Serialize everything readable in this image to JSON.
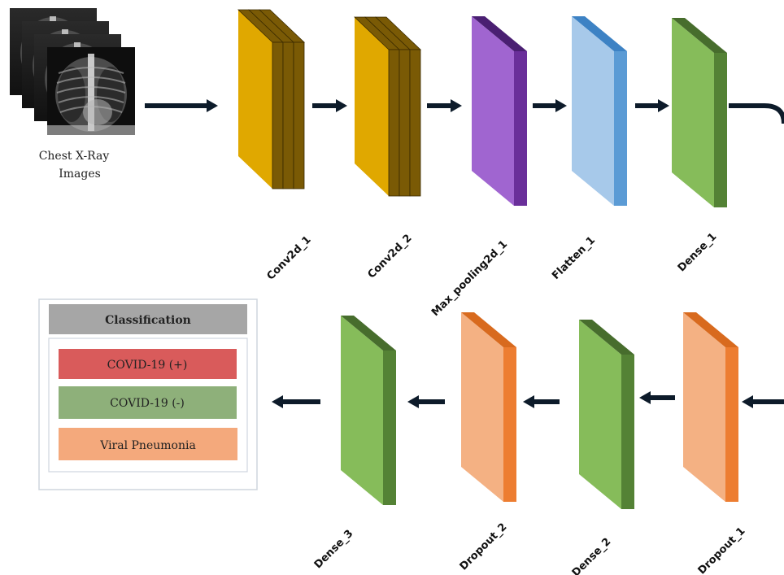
{
  "input": {
    "caption_line1": "Chest X-Ray",
    "caption_line2": "Images"
  },
  "layers": [
    {
      "id": "conv2d-1",
      "label": "Conv2d_1",
      "face": "#e0a800",
      "side": "#7a5a05",
      "top": "#7a5a05"
    },
    {
      "id": "conv2d-2",
      "label": "Conv2d_2",
      "face": "#e0a800",
      "side": "#7a5a05",
      "top": "#7a5a05"
    },
    {
      "id": "max-pooling2d-1",
      "label": "Max_pooling2d_1",
      "face": "#a065d0",
      "side": "#6a2f9a",
      "top": "#4a1f72"
    },
    {
      "id": "flatten-1",
      "label": "Flatten_1",
      "face": "#a7c9ea",
      "side": "#5b9bd5",
      "top": "#3d82c4"
    },
    {
      "id": "dense-1",
      "label": "Dense_1",
      "face": "#86bc5a",
      "side": "#548235",
      "top": "#476d2d"
    },
    {
      "id": "dropout-1",
      "label": "Dropout_1",
      "face": "#f4b183",
      "side": "#ed7d31",
      "top": "#d86a1e"
    },
    {
      "id": "dense-2",
      "label": "Dense_2",
      "face": "#86bc5a",
      "side": "#548235",
      "top": "#476d2d"
    },
    {
      "id": "dropout-2",
      "label": "Dropout_2",
      "face": "#f4b183",
      "side": "#ed7d31",
      "top": "#d86a1e"
    },
    {
      "id": "dense-3",
      "label": "Dense_3",
      "face": "#86bc5a",
      "side": "#548235",
      "top": "#476d2d"
    }
  ],
  "classification": {
    "title": "Classification",
    "title_color": "#a6a6a6",
    "classes": [
      {
        "label": "COVID-19 (+)",
        "color": "#d95b5b"
      },
      {
        "label": "COVID-19 (-)",
        "color": "#8eb07a"
      },
      {
        "label": "Viral Pneumonia",
        "color": "#f4a97c"
      }
    ]
  },
  "arrow_color": "#0d1b2a"
}
